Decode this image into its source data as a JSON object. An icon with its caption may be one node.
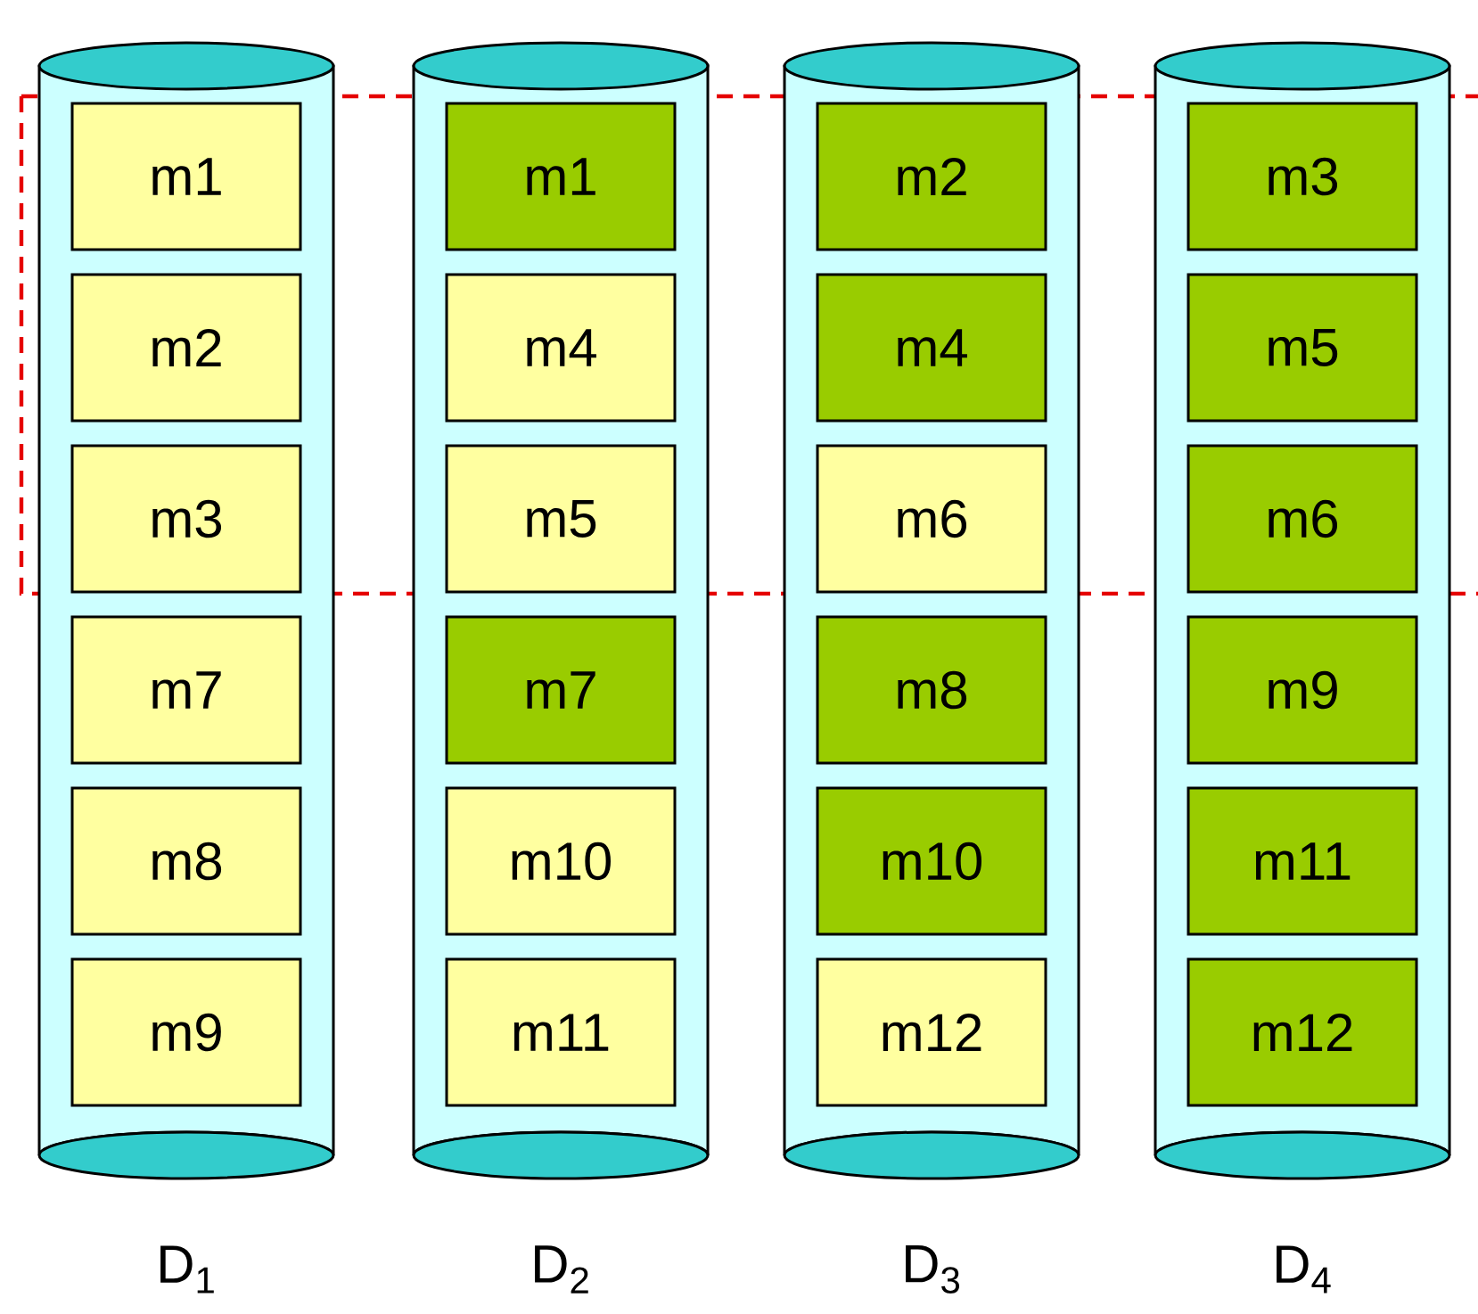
{
  "diagram": {
    "nodes": [
      {
        "text": [],
        "shape": "cylinder",
        "beside": [
          "D$_{1}$"
        ]
      },
      {
        "text": [
          "m1"
        ],
        "in": 0
      },
      {
        "text": [
          "m2"
        ],
        "in": 0
      },
      {
        "text": [
          "m3"
        ],
        "in": 0
      },
      {
        "text": [
          "m7"
        ],
        "in": 0
      },
      {
        "text": [
          "m8"
        ],
        "in": 0
      },
      {
        "text": [
          "m9"
        ],
        "in": 0
      },
      {
        "text": [],
        "shape": "cylinder",
        "beside": [
          "D$_{2}$"
        ]
      },
      {
        "text": [
          "m1"
        ],
        "in": 7
      },
      {
        "text": [
          "m4"
        ],
        "in": 7
      },
      {
        "text": [
          "m5"
        ],
        "in": 7
      },
      {
        "text": [
          "m7"
        ],
        "in": 7
      },
      {
        "text": [
          "m10"
        ],
        "in": 7
      },
      {
        "text": [
          "m11"
        ],
        "in": 7
      },
      {
        "text": [],
        "shape": "cylinder",
        "beside": [
          "D$_{3}$"
        ]
      },
      {
        "text": [
          "m2"
        ],
        "in": 14
      },
      {
        "text": [
          "m4"
        ],
        "in": 14
      },
      {
        "text": [
          "m6"
        ],
        "in": 14
      },
      {
        "text": [
          "m8"
        ],
        "in": 14
      },
      {
        "text": [
          "m10"
        ],
        "in": 14
      },
      {
        "text": [
          "m12"
        ],
        "in": 14
      },
      {
        "text": [],
        "shape": "cylinder",
        "beside": [
          "D$_{4}$"
        ]
      },
      {
        "text": [
          "m3"
        ],
        "in": 21
      },
      {
        "text": [
          "m5"
        ],
        "in": 21
      },
      {
        "text": [
          "m6"
        ],
        "in": 21
      },
      {
        "text": [
          "m9"
        ],
        "in": 21
      },
      {
        "text": [
          "m11"
        ],
        "in": 21
      },
      {
        "text": [
          "m12"
        ],
        "in": 21
      }
    ]
  }
}
